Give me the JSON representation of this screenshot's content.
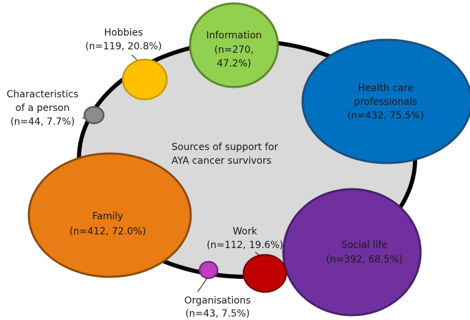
{
  "center": {
    "line1": "Sources of support for",
    "line2": "AYA cancer survivors",
    "fill": "#d9d9d9"
  },
  "bubbles": [
    {
      "id": "information",
      "label_lines": [
        "Information",
        "(n=270,",
        "47.2%)"
      ],
      "n": 270,
      "percent": 47.2,
      "fill": "#92d050",
      "stroke": "#5b8a2a"
    },
    {
      "id": "health-care",
      "label_lines": [
        "Health care",
        "professionals",
        "(n=432, 75.5%)"
      ],
      "n": 432,
      "percent": 75.5,
      "fill": "#0070c0",
      "stroke": "#1f4e79"
    },
    {
      "id": "social-life",
      "label_lines": [
        "Social life",
        "(n=392, 68.5%)"
      ],
      "n": 392,
      "percent": 68.5,
      "fill": "#7030a0",
      "stroke": "#4b1f6c"
    },
    {
      "id": "family",
      "label_lines": [
        "Family",
        "(n=412, 72.0%)"
      ],
      "n": 412,
      "percent": 72.0,
      "fill": "#e97c15",
      "stroke": "#8c4a0c"
    },
    {
      "id": "work",
      "label_lines": [
        "Work",
        "(n=112, 19.6%)"
      ],
      "n": 112,
      "percent": 19.6,
      "fill": "#c00000",
      "stroke": "#7a0000"
    },
    {
      "id": "organisations",
      "label_lines": [
        "Organisations",
        "(n=43, 7.5%)"
      ],
      "n": 43,
      "percent": 7.5,
      "fill": "#c03fbf",
      "stroke": "#7a2a7a"
    },
    {
      "id": "hobbies",
      "label_lines": [
        "Hobbies",
        "(n=119, 20.8%)"
      ],
      "n": 119,
      "percent": 20.8,
      "fill": "#ffc000",
      "stroke": "#c99a00"
    },
    {
      "id": "characteristics",
      "label_lines": [
        "Characteristics",
        "of a person",
        "(n=44, 7.7%)"
      ],
      "n": 44,
      "percent": 7.7,
      "fill": "#8c8c8c",
      "stroke": "#5a5a5a"
    }
  ]
}
